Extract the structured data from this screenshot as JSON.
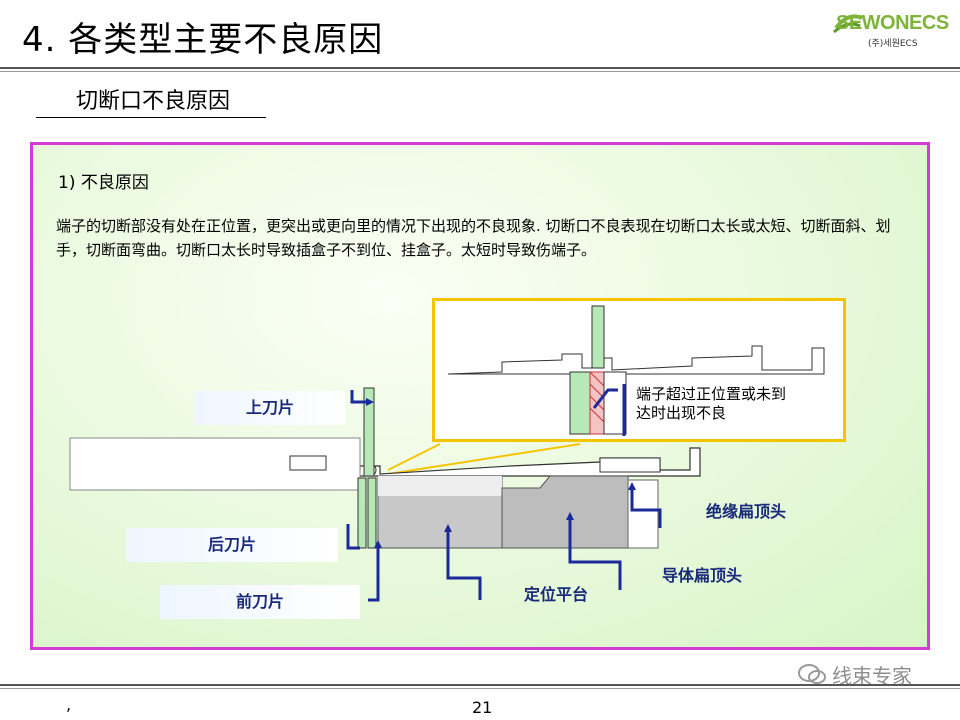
{
  "header": {
    "title": "4. 各类型主要不良原因",
    "logo_text": "SEWONECS",
    "logo_subtext": "(주)세원ECS"
  },
  "section": {
    "title": "切断口不良原因"
  },
  "panel": {
    "cause_heading": "1) 不良原因",
    "cause_text": "端子的切断部没有处在正位置，更突出或更向里的情况下出现的不良现象. 切断口不良表现在切断口太长或太短、切断面斜、划手，切断面弯曲。切断口太长时导致插盒子不到位、挂盒子。太短时导致伤端子。",
    "inset_note": "端子超过正位置或未到达时出现不良",
    "labels": {
      "upper_blade": "上刀片",
      "rear_blade": "后刀片",
      "front_blade": "前刀片",
      "positioning_platform": "定位平台",
      "insulation_crimp_head": "绝缘扁顶头",
      "conductor_crimp_head": "导体扁顶头"
    }
  },
  "footer": {
    "mark": ",",
    "page_number": "21",
    "watermark": "线束专家"
  }
}
